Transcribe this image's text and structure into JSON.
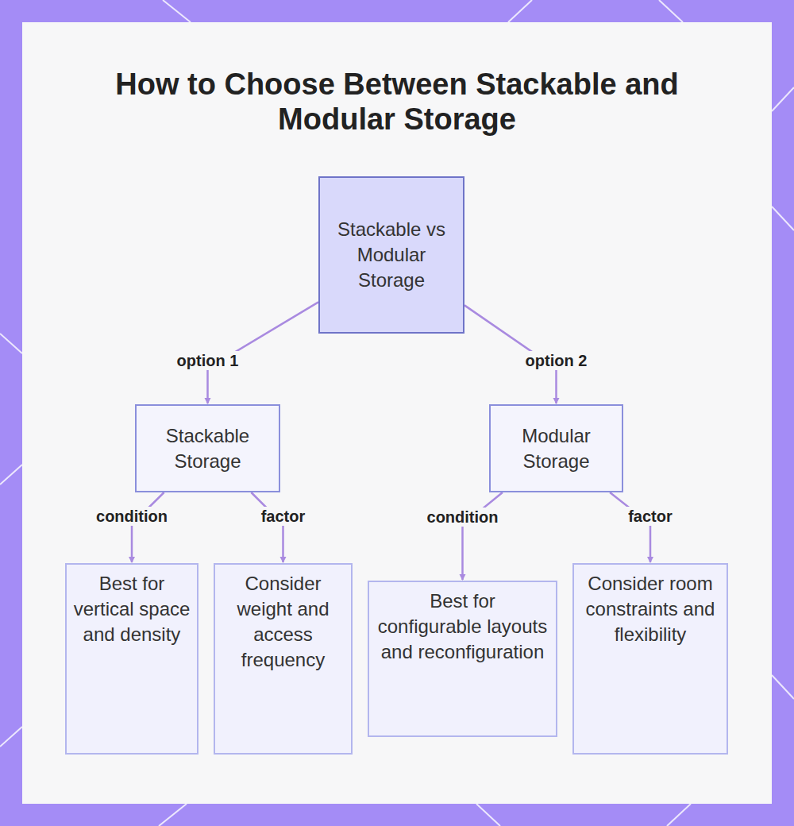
{
  "diagram": {
    "title": "How to Choose Between Stackable and Modular Storage",
    "nodes": [
      {
        "text": [
          "Stackable vs Modular Storage"
        ]
      },
      {
        "text": [
          "Stackable Storage"
        ]
      },
      {
        "text": [
          "Modular Storage"
        ]
      },
      {
        "text": [
          "Best for vertical space and density"
        ]
      },
      {
        "text": [
          "Consider weight and access frequency"
        ]
      },
      {
        "text": [
          "Best for configurable layouts and reconfiguration"
        ]
      },
      {
        "text": [
          "Consider room constraints and flexibility"
        ]
      }
    ],
    "edges": [
      {
        "from": 0,
        "to": 1,
        "arrow": "to",
        "label": "option 1"
      },
      {
        "from": 0,
        "to": 2,
        "arrow": "to",
        "label": "option 2"
      },
      {
        "from": 1,
        "to": 3,
        "arrow": "to",
        "label": "condition"
      },
      {
        "from": 1,
        "to": 4,
        "arrow": "to",
        "label": "factor"
      },
      {
        "from": 2,
        "to": 5,
        "arrow": "to",
        "label": "condition"
      },
      {
        "from": 2,
        "to": 6,
        "arrow": "to",
        "label": "factor"
      }
    ]
  }
}
